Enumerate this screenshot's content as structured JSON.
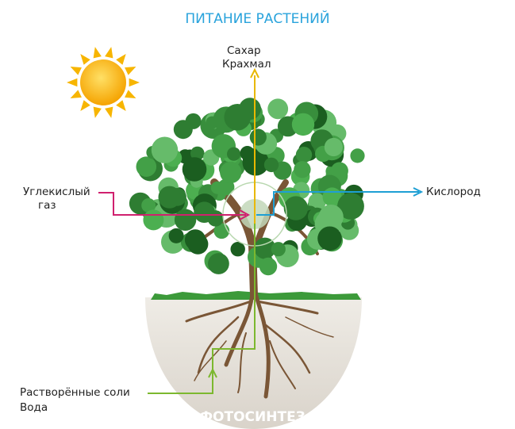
{
  "title": "ПИТАНИЕ РАСТЕНИЙ",
  "labels": {
    "sugar": "Сахар",
    "starch": "Крахмал",
    "co2_line1": "Углекислый",
    "co2_line2": "газ",
    "oxygen": "Кислород",
    "salts": "Растворённые соли",
    "water": "Вода"
  },
  "footer": "ФОТОСИНТЕЗ",
  "colors": {
    "title": "#29a3dc",
    "sugar_arrow": "#e8b800",
    "co2_arrow": "#d0206e",
    "oxygen_arrow": "#1e9fd4",
    "water_arrow": "#7cb82f"
  }
}
